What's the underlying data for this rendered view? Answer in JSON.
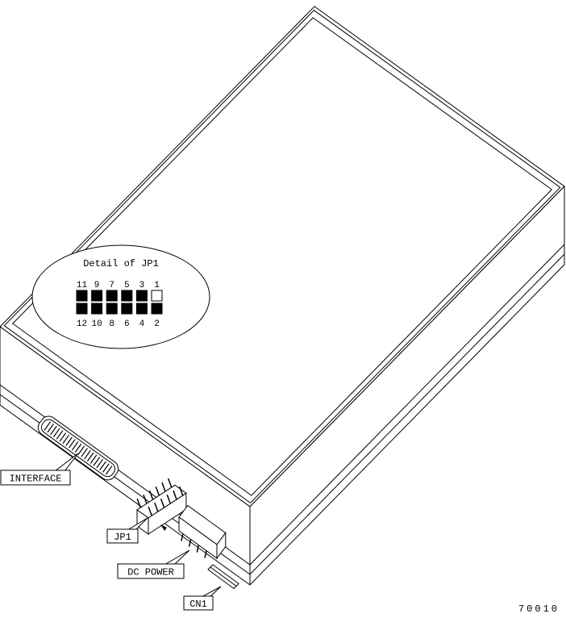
{
  "colors": {
    "line": "#000000",
    "background": "#ffffff",
    "pin_filled": "#000000",
    "pin_open": "#ffffff"
  },
  "detail": {
    "title": "Detail of JP1",
    "top_pins": [
      "11",
      "9",
      "7",
      "5",
      "3",
      "1"
    ],
    "bottom_pins": [
      "12",
      "10",
      "8",
      "6",
      "4",
      "2"
    ],
    "top_pin_fills": [
      "#000000",
      "#000000",
      "#000000",
      "#000000",
      "#000000",
      "#ffffff"
    ],
    "bottom_pin_fills": [
      "#000000",
      "#000000",
      "#000000",
      "#000000",
      "#000000",
      "#000000"
    ]
  },
  "labels": {
    "interface": "INTERFACE",
    "jp1": "JP1",
    "dc_power": "DC POWER",
    "cn1": "CN1"
  },
  "figure_number": "70010"
}
